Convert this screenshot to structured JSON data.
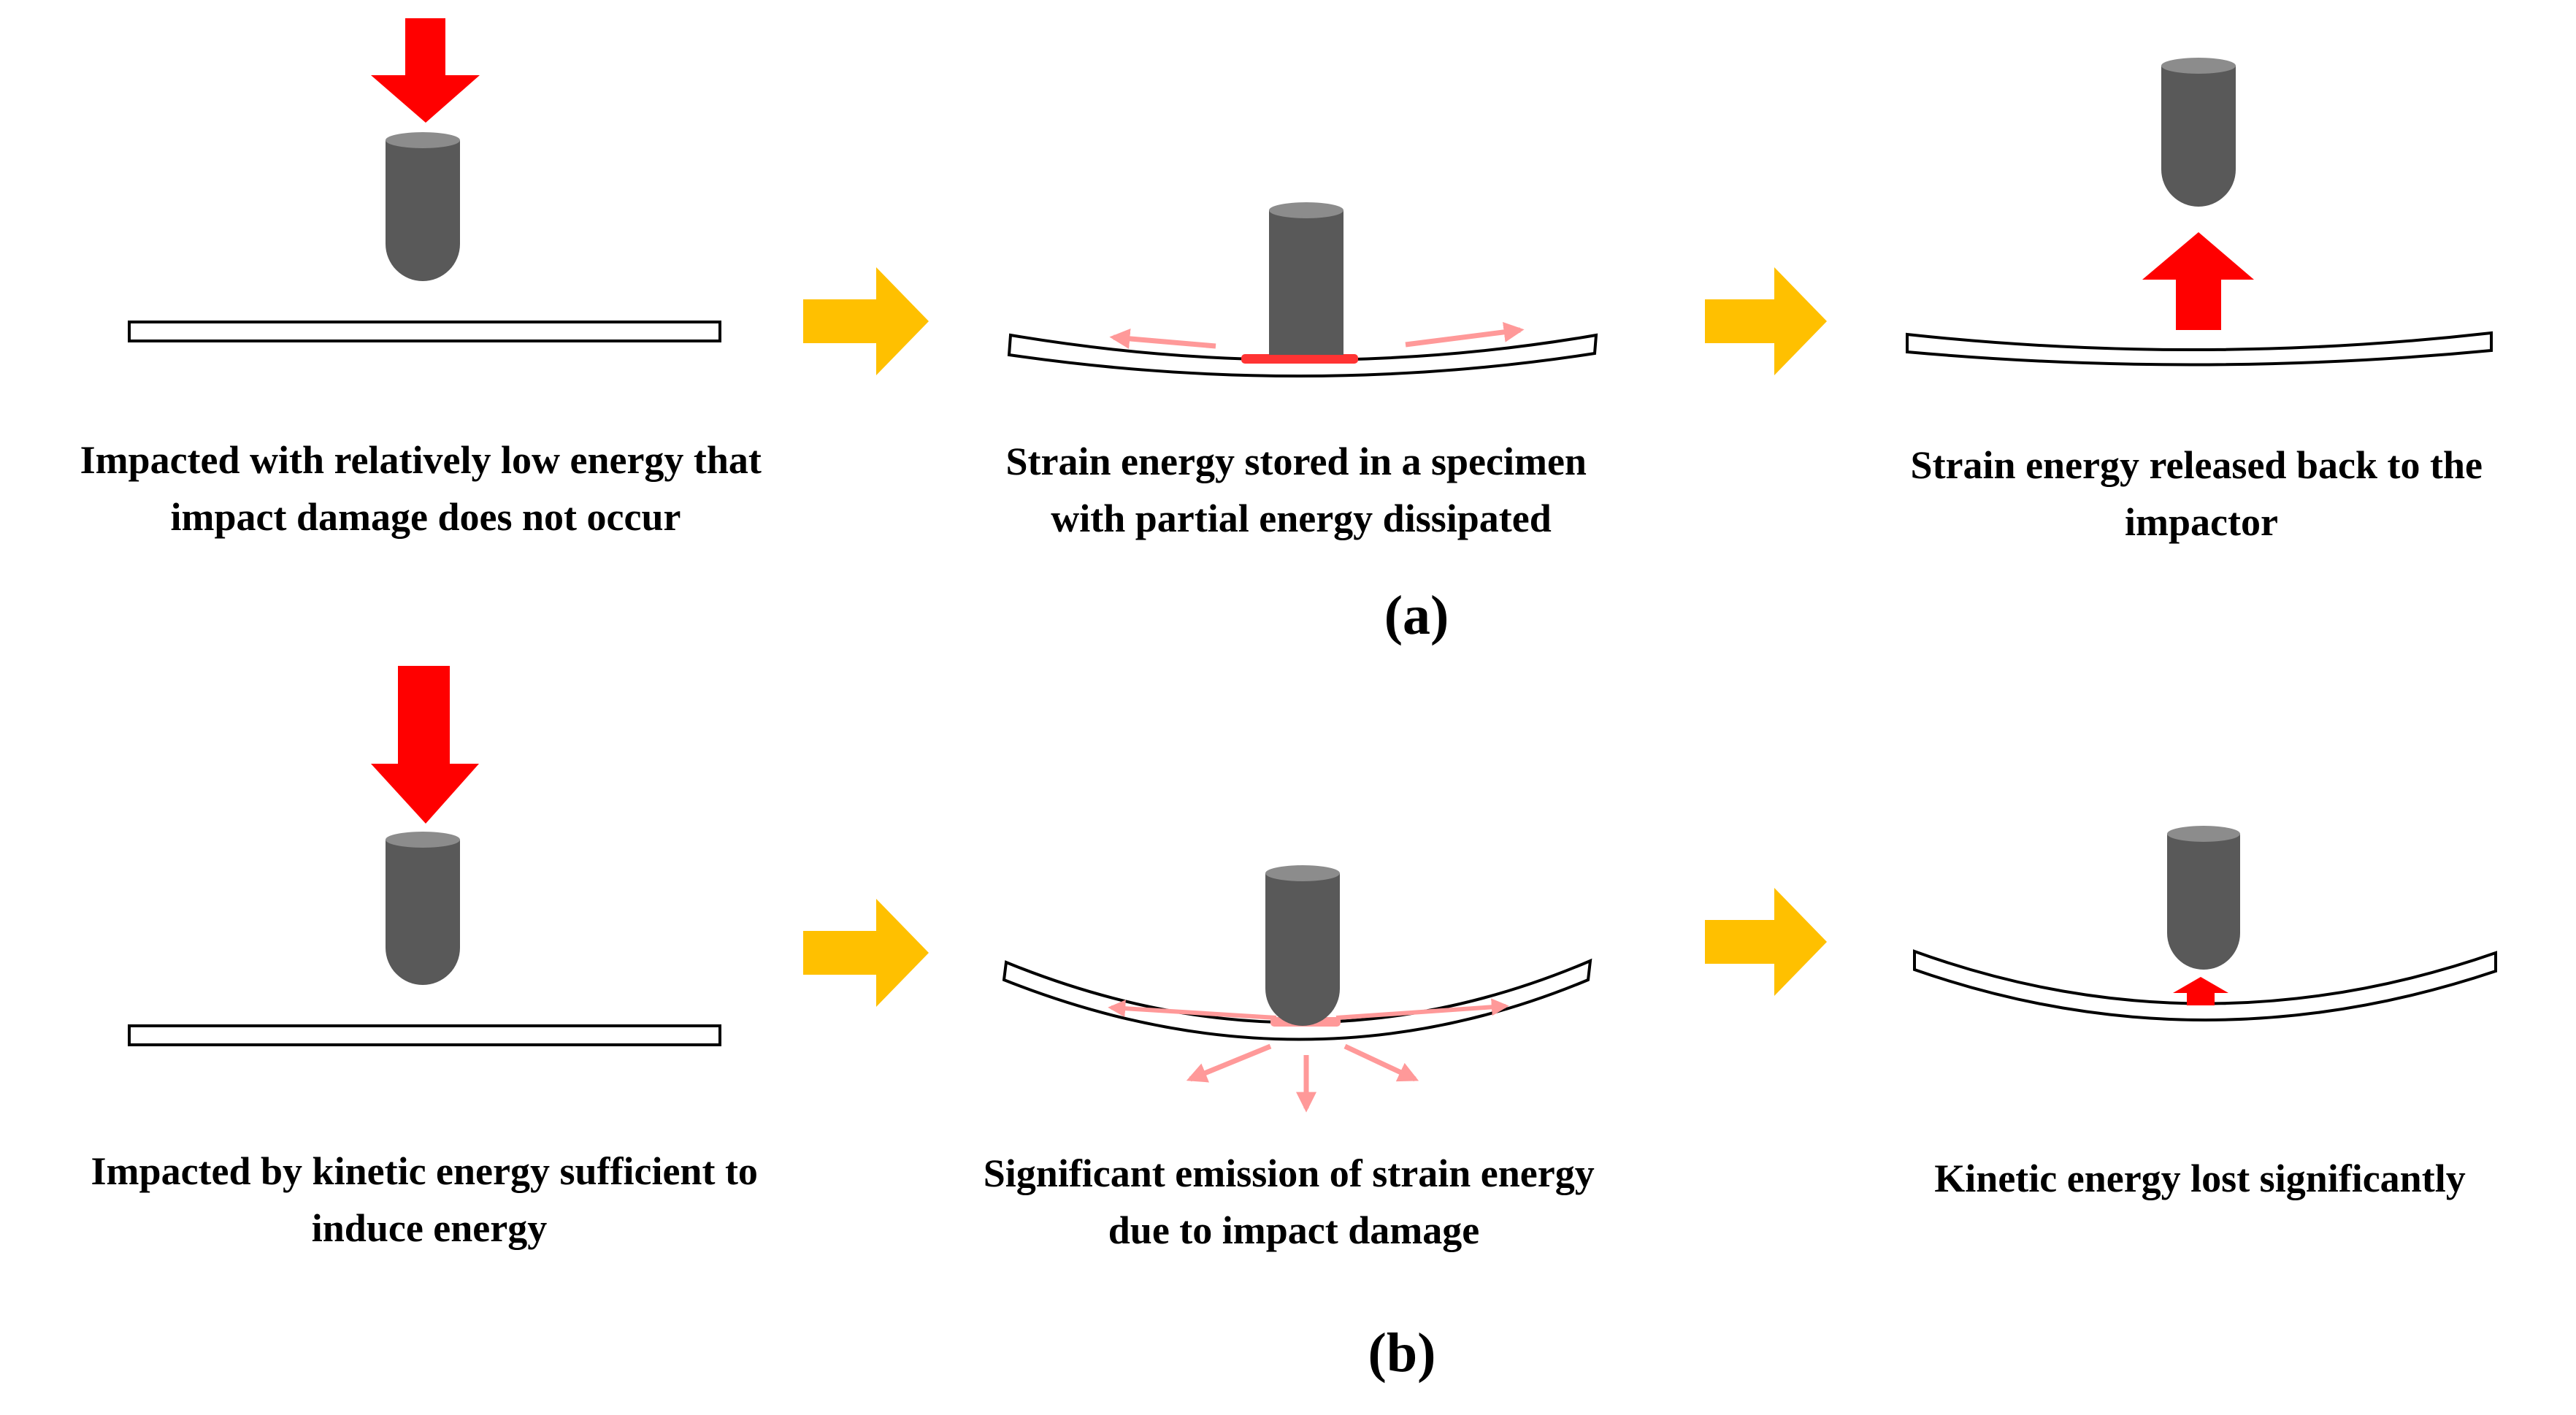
{
  "colors": {
    "impactor": "#595959",
    "impactor_top": "#8c8c8c",
    "force_arrow": "#ff0000",
    "stage_arrow": "#ffc000",
    "emission": "#ff9999",
    "damage": "#ff3333",
    "plate_stroke": "#000000",
    "plate_fill": "#ffffff"
  },
  "panel_a": {
    "label": "(a)",
    "stages": [
      {
        "caption_lines": [
          "Impacted with relatively low energy that",
          "impact damage does not occur"
        ],
        "icons": [
          "down-force-arrow-icon",
          "impactor-icon",
          "flat-plate-icon"
        ]
      },
      {
        "caption_lines": [
          "Strain energy stored in a specimen",
          "with partial energy dissipated"
        ],
        "icons": [
          "impactor-icon",
          "bent-plate-icon",
          "dissipation-arrow-icon"
        ]
      },
      {
        "caption_lines": [
          "Strain energy released back to the",
          "impactor"
        ],
        "icons": [
          "up-force-arrow-icon",
          "impactor-icon",
          "bent-plate-icon"
        ]
      }
    ]
  },
  "panel_b": {
    "label": "(b)",
    "stages": [
      {
        "caption_lines": [
          "Impacted by kinetic energy sufficient to",
          "induce energy"
        ],
        "icons": [
          "down-force-arrow-icon",
          "impactor-icon",
          "flat-plate-icon"
        ]
      },
      {
        "caption_lines": [
          "Significant emission of strain energy",
          "due to impact damage"
        ],
        "icons": [
          "impactor-icon",
          "bent-plate-icon",
          "emission-arrow-icon"
        ]
      },
      {
        "caption_lines": [
          "Kinetic energy lost significantly"
        ],
        "icons": [
          "small-up-force-arrow-icon",
          "impactor-icon",
          "bent-plate-icon"
        ]
      }
    ]
  }
}
